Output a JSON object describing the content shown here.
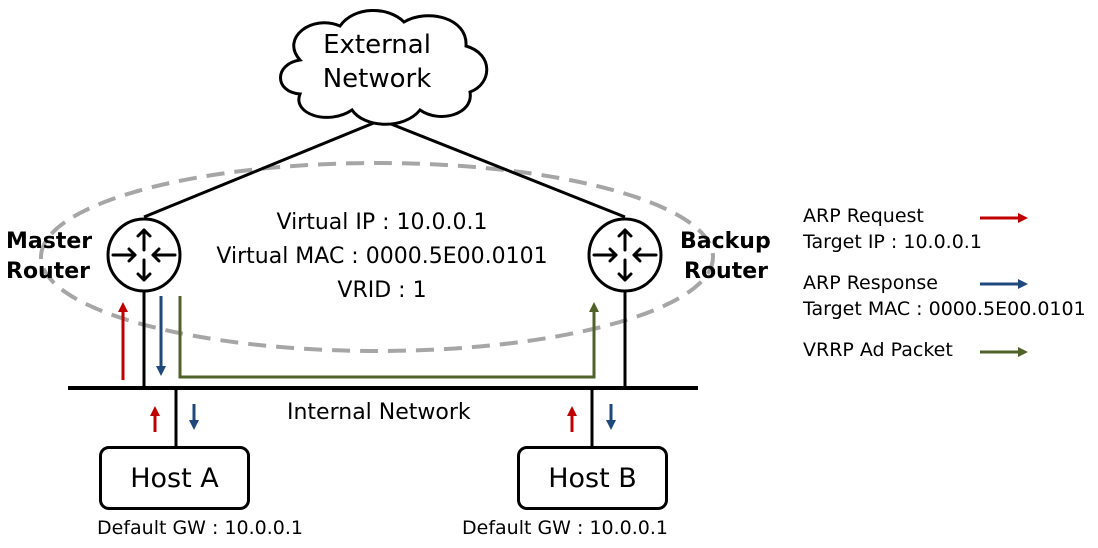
{
  "external_network": {
    "line1": "External",
    "line2": "Network"
  },
  "master_router": {
    "line1": "Master",
    "line2": "Router"
  },
  "backup_router": {
    "line1": "Backup",
    "line2": "Router"
  },
  "vrrp_group": {
    "virtual_ip": "Virtual IP : 10.0.0.1",
    "virtual_mac": "Virtual MAC : 0000.5E00.0101",
    "vrid": "VRID : 1"
  },
  "internal_network": "Internal Network",
  "hosts": [
    {
      "name": "Host A",
      "gateway": "Default GW : 10.0.0.1"
    },
    {
      "name": "Host B",
      "gateway": "Default GW : 10.0.0.1"
    }
  ],
  "legend": {
    "arp_request": {
      "label": "ARP Request",
      "detail": "Target IP : 10.0.0.1",
      "color": "#c00000"
    },
    "arp_response": {
      "label": "ARP Response",
      "detail": "Target MAC : 0000.5E00.0101",
      "color": "#1f497d"
    },
    "vrrp_ad": {
      "label": "VRRP Ad Packet",
      "color": "#4f6228"
    }
  },
  "colors": {
    "line": "#000000",
    "dashed_group": "#a6a6a6"
  }
}
